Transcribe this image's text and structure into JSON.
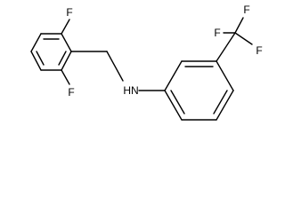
{
  "molecule": {
    "atoms": {
      "f_top_left": "F",
      "f_bottom_left": "F",
      "nh": "HN",
      "f_cf3_left": "F",
      "f_cf3_top": "F",
      "f_cf3_right": "F"
    },
    "colors": {
      "bond": "#000000",
      "text": "#000000",
      "background": "#ffffff"
    }
  }
}
